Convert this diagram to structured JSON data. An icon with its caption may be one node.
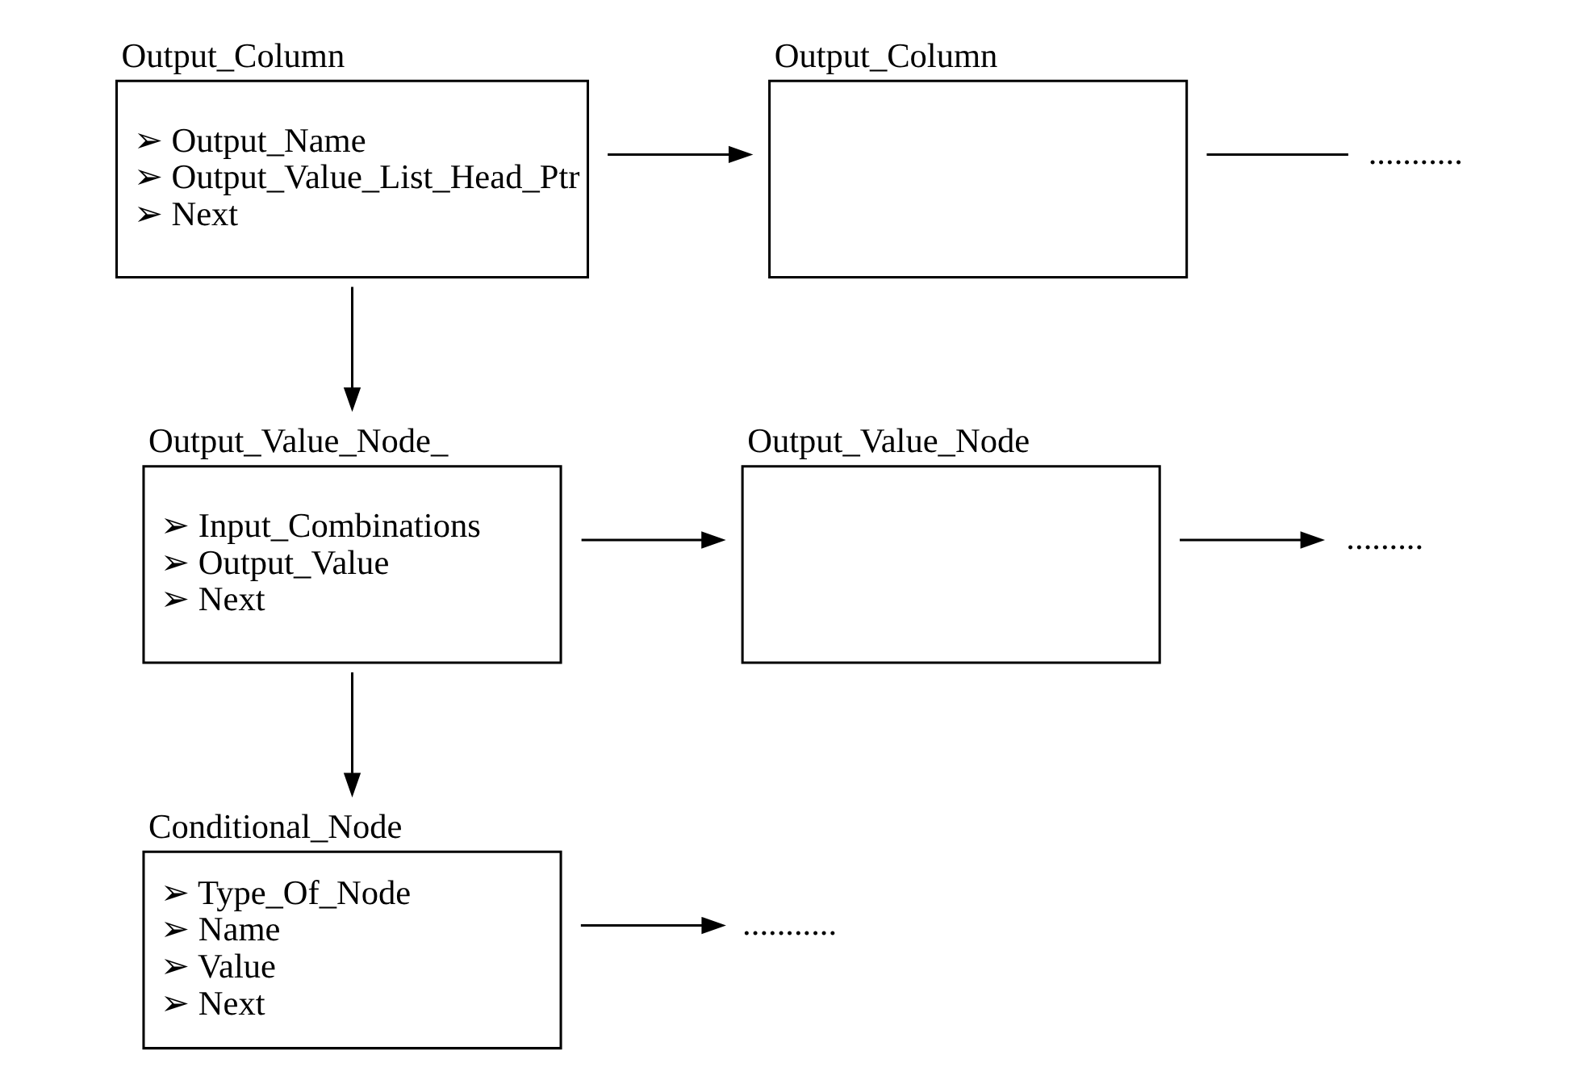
{
  "diagram": {
    "nodes": [
      {
        "text": [
          "Output_Column",
          "➢ Output_Name",
          "➢ Output_Value_List_Head_Ptr",
          "➢ Next"
        ]
      },
      {
        "text": [
          "Output_Column"
        ]
      },
      {
        "text": [
          "..........."
        ]
      },
      {
        "text": [
          "Output_Value_Node_",
          "➢ Input_Combinations",
          "➢ Output_Value",
          "➢ Next"
        ]
      },
      {
        "text": [
          "Output_Value_Node"
        ]
      },
      {
        "text": [
          "........."
        ]
      },
      {
        "text": [
          "Conditional_Node",
          "➢ Type_Of_Node",
          "➢ Name",
          "➢ Value",
          "➢ Next"
        ]
      },
      {
        "text": [
          "..........."
        ]
      }
    ],
    "edges": [
      {
        "from": 0,
        "to": 1,
        "arrow": "to"
      },
      {
        "from": 1,
        "to": 2,
        "arrow": "none"
      },
      {
        "from": 0,
        "to": 3,
        "arrow": "to"
      },
      {
        "from": 3,
        "to": 4,
        "arrow": "to"
      },
      {
        "from": 4,
        "to": 5,
        "arrow": "to"
      },
      {
        "from": 3,
        "to": 6,
        "arrow": "to"
      },
      {
        "from": 6,
        "to": 7,
        "arrow": "to"
      }
    ]
  }
}
